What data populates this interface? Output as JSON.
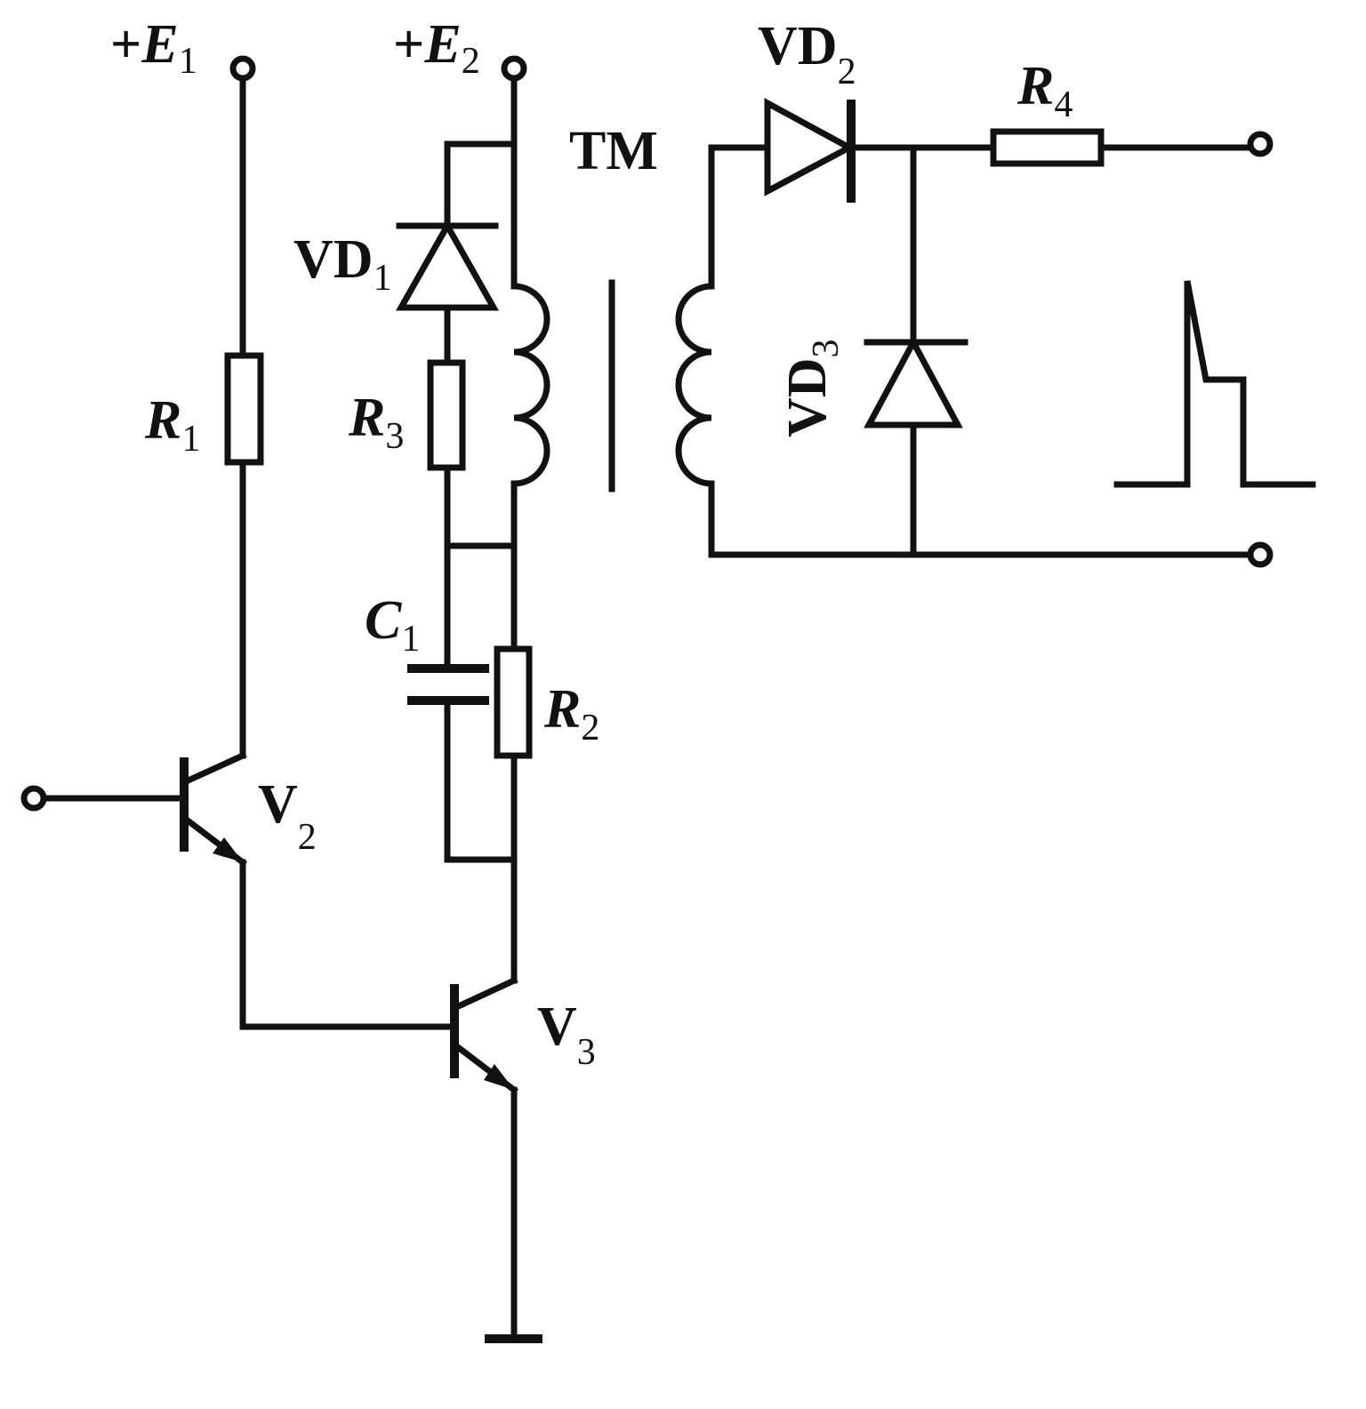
{
  "labels": {
    "e1": {
      "sign": "+",
      "letter": "E",
      "sub": "1"
    },
    "e2": {
      "sign": "+",
      "letter": "E",
      "sub": "2"
    },
    "r1": {
      "letter": "R",
      "sub": "1"
    },
    "r2": {
      "letter": "R",
      "sub": "2"
    },
    "r3": {
      "letter": "R",
      "sub": "3"
    },
    "r4": {
      "letter": "R",
      "sub": "4"
    },
    "c1": {
      "letter": "C",
      "sub": "1"
    },
    "vd1": {
      "letter": "VD",
      "sub": "1"
    },
    "vd2": {
      "letter": "VD",
      "sub": "2"
    },
    "vd3": {
      "letter": "VD",
      "sub": "3"
    },
    "v2": {
      "letter": "V",
      "sub": "2"
    },
    "v3": {
      "letter": "V",
      "sub": "3"
    },
    "tm": "TM"
  }
}
